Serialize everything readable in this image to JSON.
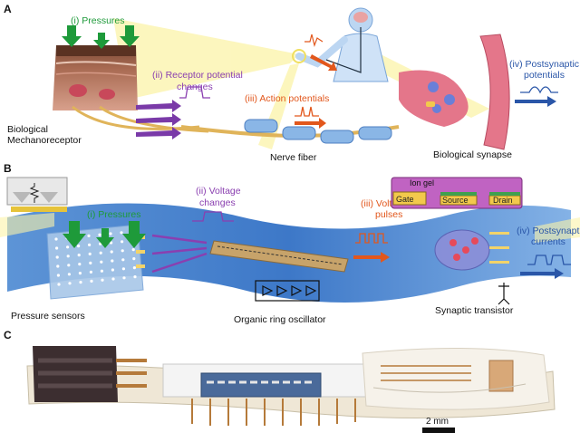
{
  "panels": {
    "a": "A",
    "b": "B",
    "c": "C"
  },
  "panel_a": {
    "pressures": "(i) Pressures",
    "receptor_line1": "(ii) Receptor potential",
    "receptor_line2": "changes",
    "action": "(iii) Action potentials",
    "post_line1": "(iv) Postsynaptic",
    "post_line2": "potentials",
    "mech_line1": "Biological",
    "mech_line2": "Mechanoreceptor",
    "nerve": "Nerve fiber",
    "synapse": "Biological synapse"
  },
  "panel_b": {
    "pressures": "(i) Pressures",
    "voltage_line1": "(ii) Voltage",
    "voltage_line2": "changes",
    "pulses_line1": "(iii) Voltage",
    "pulses_line2": "pulses",
    "post_line1": "(iv) Postsynaptic",
    "post_line2": "currents",
    "ion_gel": "Ion gel",
    "gate": "Gate",
    "source": "Source",
    "drain": "Drain",
    "sensors": "Pressure sensors",
    "oscillator": "Organic ring oscillator",
    "transistor": "Synaptic transistor"
  },
  "panel_c": {
    "scale": "2 mm"
  },
  "colors": {
    "green": "#1e9a3a",
    "purple": "#8a3fb0",
    "orange": "#e2571c",
    "blue": "#2a56a8",
    "glow": "#f7ef9a"
  }
}
